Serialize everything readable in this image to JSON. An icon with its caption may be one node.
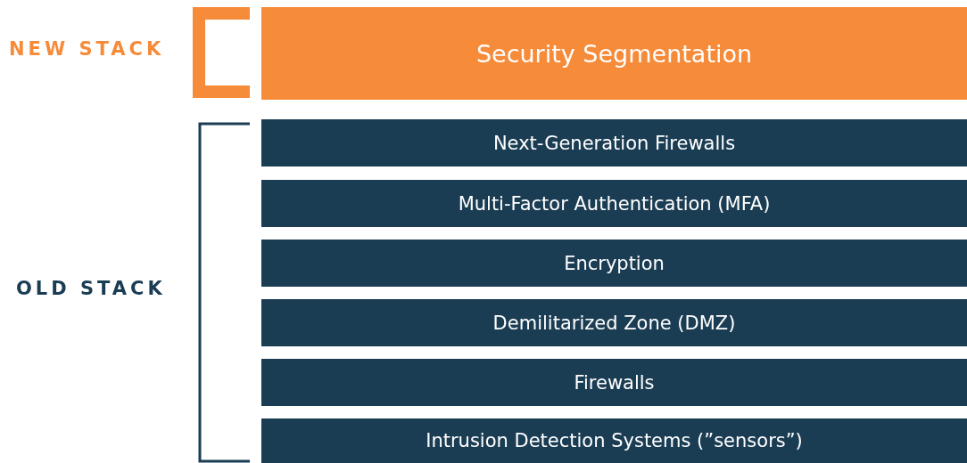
{
  "diagram": {
    "nodes": [
      {
        "text": [
          "Security Segmentation"
        ]
      },
      {
        "text": [
          "Next-Generation Firewalls"
        ]
      },
      {
        "text": [
          "Multi-Factor Authentication (MFA)"
        ]
      },
      {
        "text": [
          "Encryption"
        ]
      },
      {
        "text": [
          "Demilitarized Zone (DMZ)"
        ]
      },
      {
        "text": [
          "Firewalls"
        ]
      },
      {
        "text": [
          "Intrusion Detection Systems (”sensors”)"
        ]
      }
    ],
    "labels": [
      "NEW STACK",
      "OLD STACK"
    ]
  }
}
